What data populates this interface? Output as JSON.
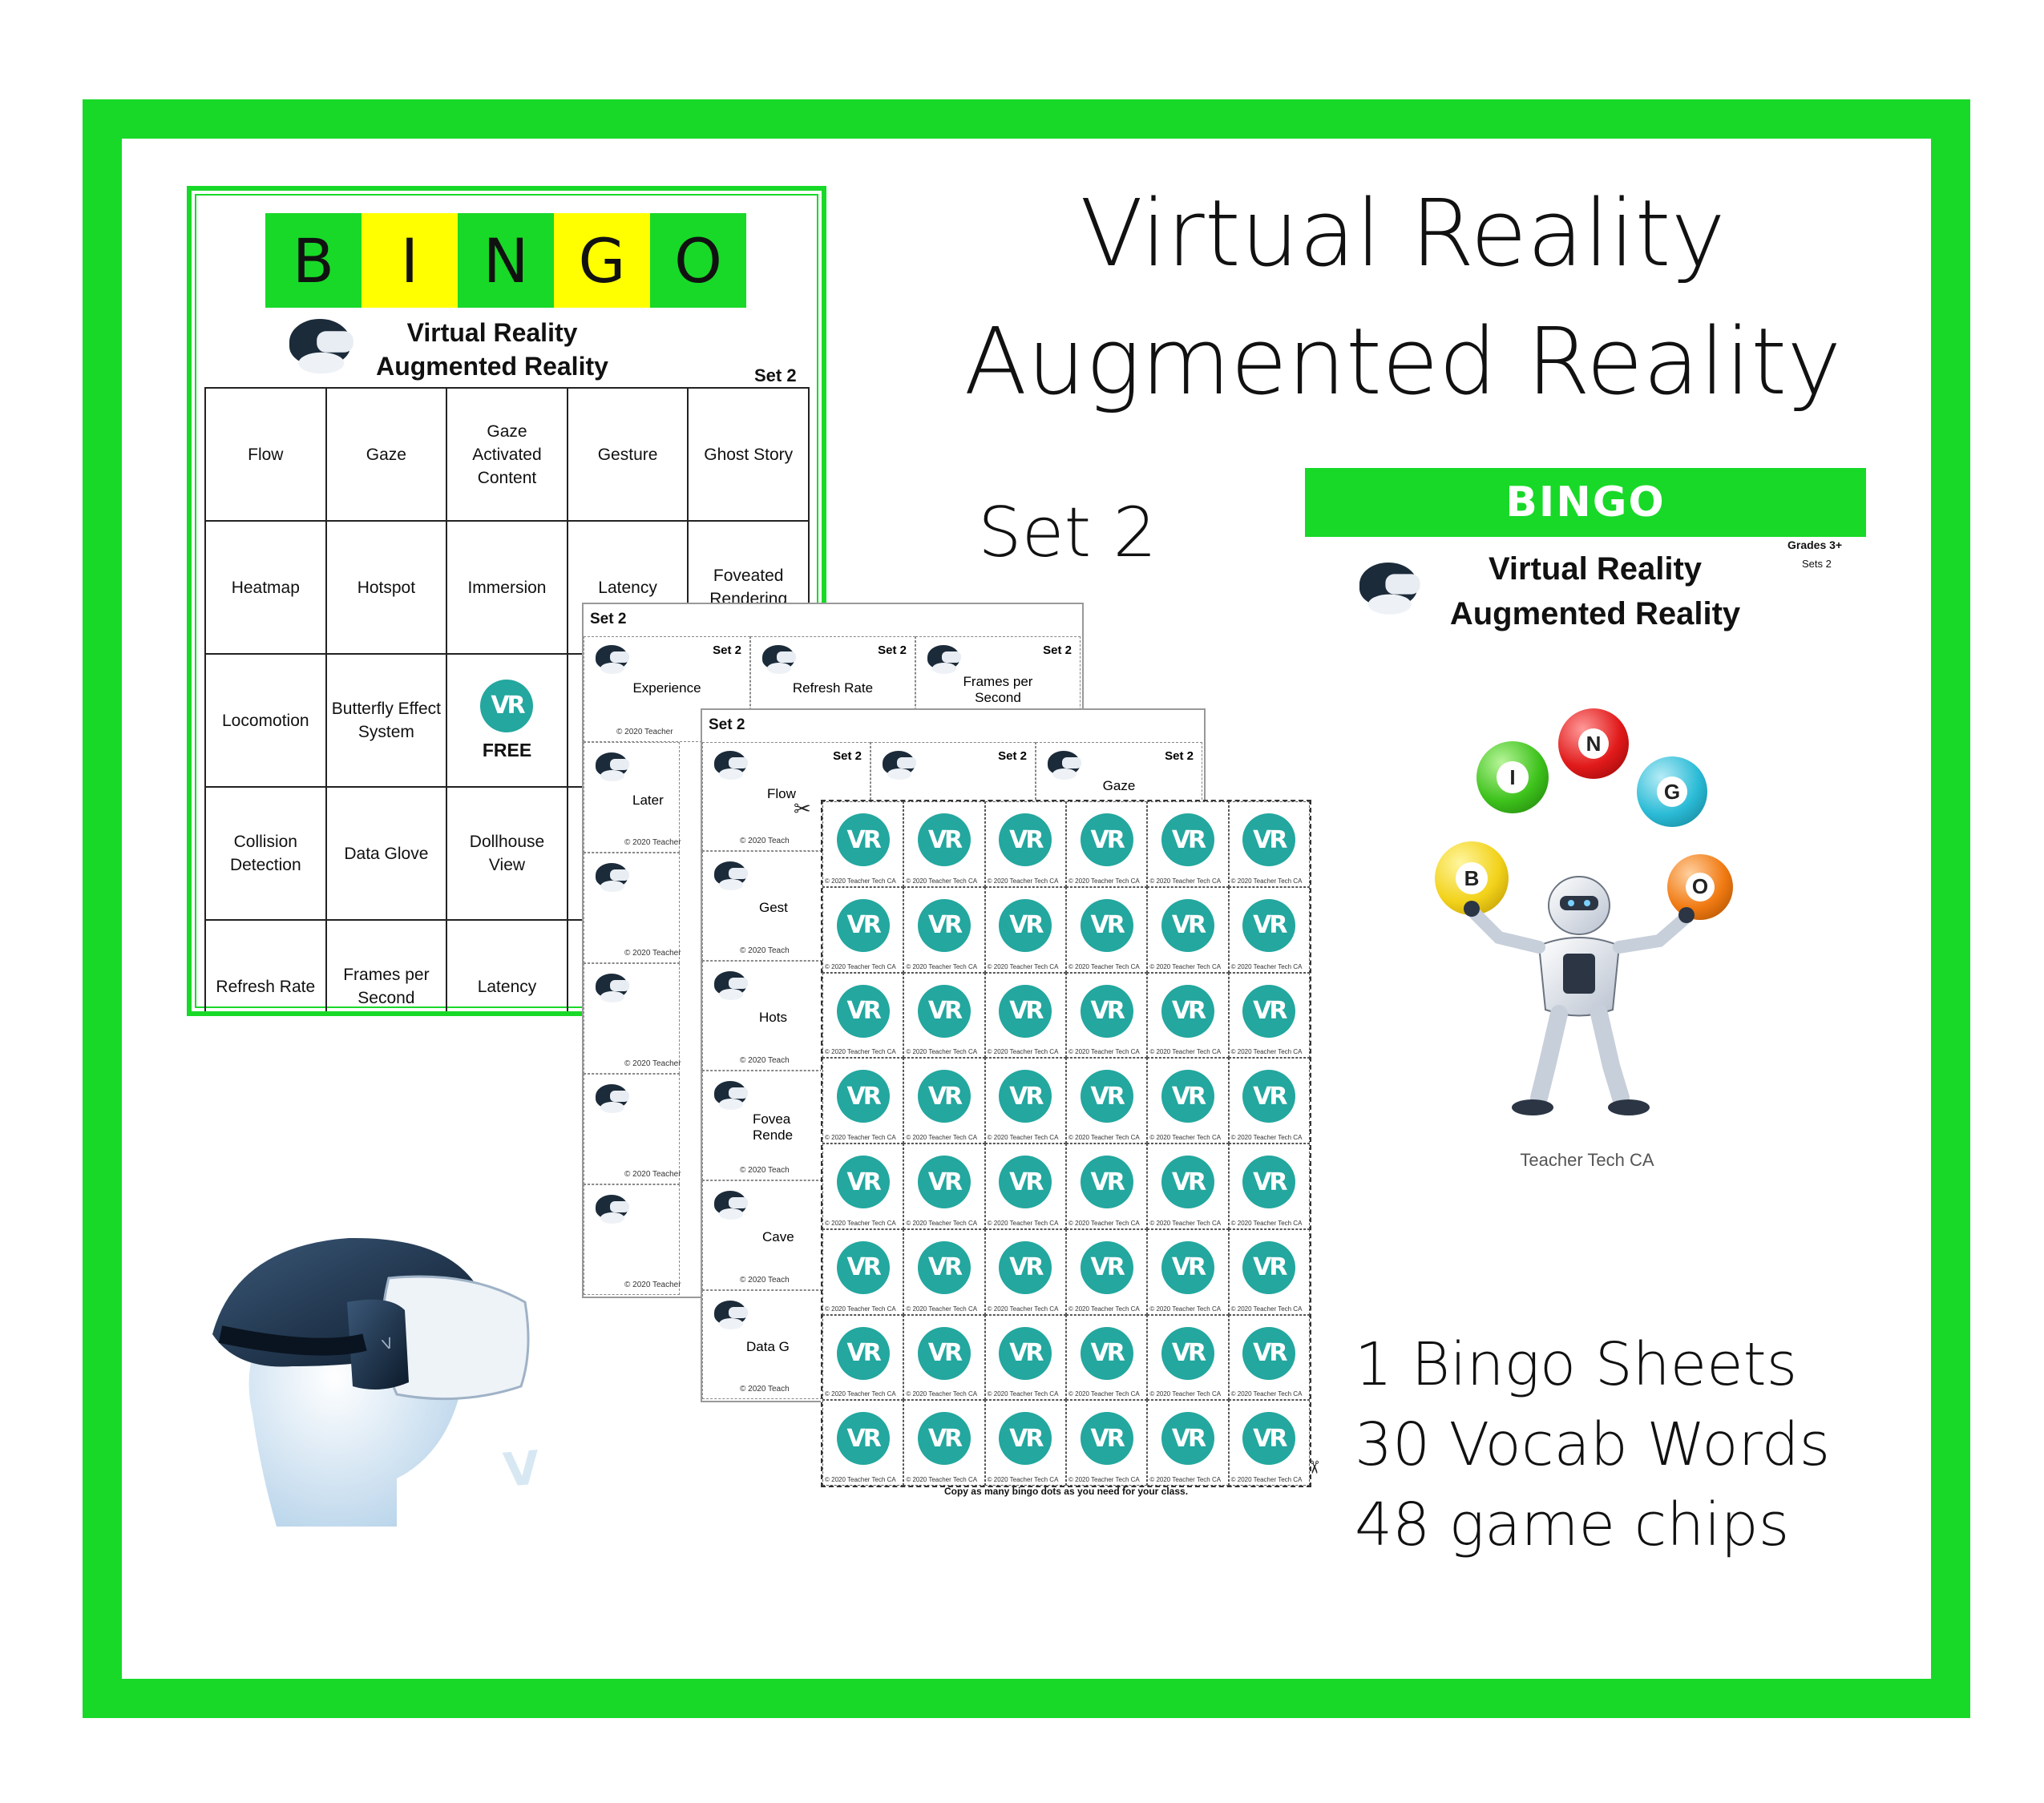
{
  "title": {
    "line1": "Virtual Reality",
    "line2": "Augmented Reality",
    "set": "Set 2"
  },
  "colors": {
    "green": "#18d928",
    "yellow": "#ffff00",
    "teal": "#23a79f"
  },
  "card": {
    "letters": [
      "B",
      "I",
      "N",
      "G",
      "O"
    ],
    "heading1": "Virtual Reality",
    "heading2": "Augmented Reality",
    "set": "Set 2",
    "free": "FREE",
    "rows": [
      [
        "Flow",
        "Gaze",
        "Gaze Activated Content",
        "Gesture",
        "Ghost Story"
      ],
      [
        "Heatmap",
        "Hotspot",
        "Immersion",
        "Latency",
        "Foveated Rendering"
      ],
      [
        "Locomotion",
        "Butterfly Effect System",
        "FREE",
        "",
        ""
      ],
      [
        "Collision Detection",
        "Data Glove",
        "Dollhouse View",
        "",
        ""
      ],
      [
        "Refresh Rate",
        "Frames per Second",
        "Latency",
        "",
        ""
      ]
    ]
  },
  "vr_logo_text": "VR",
  "sheet_a": {
    "label": "Set 2",
    "top_cards": [
      {
        "set": "Set 2",
        "word": "Experience"
      },
      {
        "set": "Set 2",
        "word": "Refresh Rate"
      },
      {
        "set": "Set 2",
        "word": "Frames per Second"
      }
    ],
    "side_cards": [
      "Later",
      "",
      "",
      "",
      ""
    ],
    "copyright": "© 2020 Teacher"
  },
  "sheet_b": {
    "label": "Set 2",
    "top_cards": [
      {
        "set": "Set 2",
        "word": "Flow"
      },
      {
        "set": "Set 2",
        "word": ""
      },
      {
        "set": "Set 2",
        "word": "Gaze"
      }
    ],
    "side_cards": [
      "Gest",
      "Hots",
      "Fovea Rende",
      "Cave",
      "Data G"
    ],
    "copyright": "© 2020 Teach"
  },
  "chips": {
    "count": 48,
    "copyright": "© 2020 Teacher Tech CA",
    "note": "Copy as many bingo dots as you need for your class."
  },
  "cover": {
    "band": "BINGO",
    "title1": "Virtual Reality",
    "title2": "Augmented Reality",
    "grades": "Grades 3+",
    "sets": "Sets 2",
    "author": "Teacher Tech CA",
    "balls": [
      {
        "letter": "B",
        "color": "#f2d21a"
      },
      {
        "letter": "I",
        "color": "#3ec21c"
      },
      {
        "letter": "N",
        "color": "#e11a1a"
      },
      {
        "letter": "G",
        "color": "#2bbbd6"
      },
      {
        "letter": "O",
        "color": "#f07a12"
      }
    ]
  },
  "features": [
    "1 Bingo Sheets",
    "30 Vocab Words",
    "48 game chips"
  ]
}
